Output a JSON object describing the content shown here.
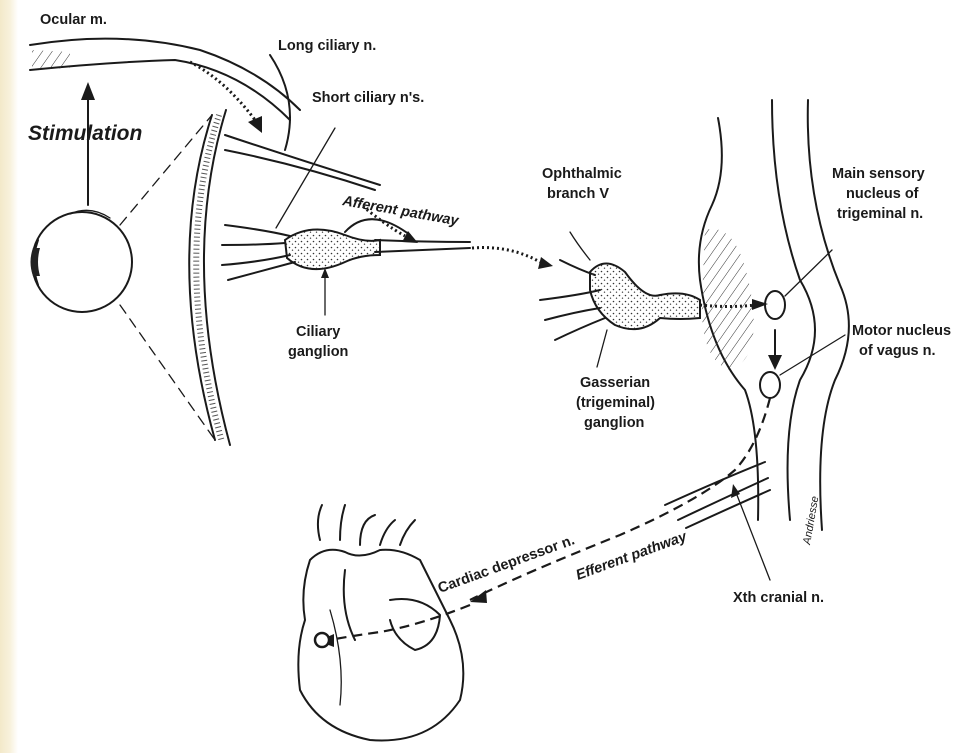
{
  "labels": {
    "ocular_m": "Ocular m.",
    "long_ciliary": "Long ciliary n.",
    "short_ciliary": "Short ciliary n's.",
    "stimulation": "Stimulation",
    "afferent_pathway": "Afferent pathway",
    "ciliary_ganglion_1": "Ciliary",
    "ciliary_ganglion_2": "ganglion",
    "ophthalmic_1": "Ophthalmic",
    "ophthalmic_2": "branch V",
    "main_sensory_1": "Main sensory",
    "main_sensory_2": "nucleus of",
    "main_sensory_3": "trigeminal n.",
    "motor_nucleus_1": "Motor nucleus",
    "motor_nucleus_2": "of vagus n.",
    "gasserian_1": "Gasserian",
    "gasserian_2": "(trigeminal)",
    "gasserian_3": "ganglion",
    "cardiac_depressor": "Cardiac depressor n.",
    "efferent_pathway": "Efferent pathway",
    "xth_cranial": "Xth cranial n.",
    "signature": "Andriesse"
  }
}
